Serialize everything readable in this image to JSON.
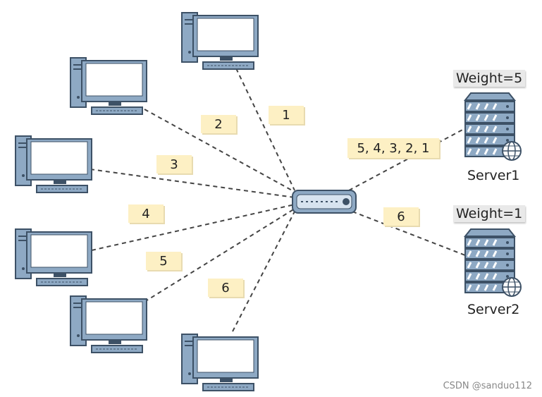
{
  "packet_labels": [
    "1",
    "2",
    "3",
    "4",
    "5",
    "6"
  ],
  "server1": {
    "weight_label": "Weight=5",
    "name": "Server1",
    "queue_label": "5, 4, 3, 2, 1"
  },
  "server2": {
    "weight_label": "Weight=1",
    "name": "Server2",
    "queue_label": "6"
  },
  "watermark": "CSDN @sanduo112",
  "colors": {
    "tag_bg": "#fdf0c4",
    "device_blue": "#8ea9c4",
    "device_dark": "#3d5166",
    "line": "#444444"
  }
}
